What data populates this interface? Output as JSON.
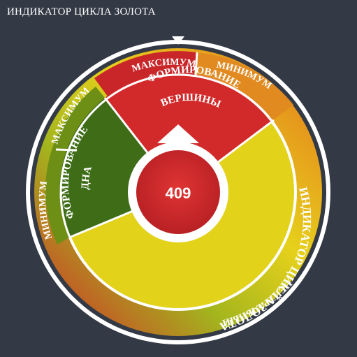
{
  "title": "ИНДИКАТОР ЦИКЛА ЗОЛОТА",
  "value": "409",
  "labels": {
    "maximum_top": "МАКСИМУМ",
    "minimum_top": "МИНИМУМ",
    "maximum_left": "МАКСИМУМ",
    "minimum_left": "МИНИМУМ",
    "top_formation_1": "ФОРМИРОВАНИЕ",
    "top_formation_2": "ВЕРШИНЫ",
    "bottom_formation_1": "ФОРМИРОВАНИЕ",
    "bottom_formation_2": "ДНА",
    "indicator_ring": "ИНДИКАТОР ЦИКЛА ЗОЛОТА",
    "neutral": "НЕЙТРАЛЬНЫЙ"
  },
  "colors": {
    "background": "#333a45",
    "red": "#d42a2a",
    "green": "#3d6b18",
    "yellow": "#e3d21a",
    "orange": "#e88a1c"
  },
  "icons": [
    "pointer-arrow-icon"
  ]
}
